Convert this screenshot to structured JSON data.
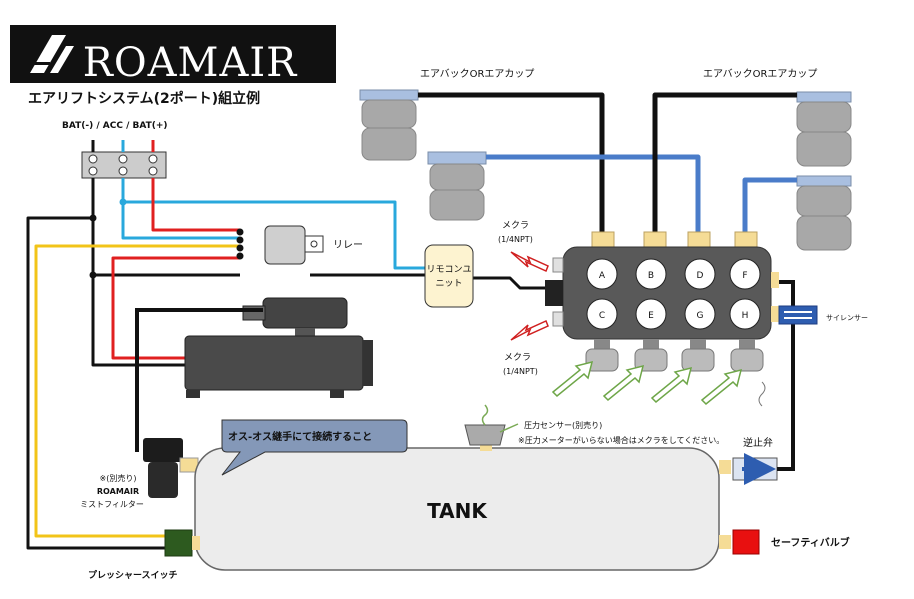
{
  "brand": {
    "logo": "ROAMAIR",
    "title": "エアリフトシステム(2ポート)組立例"
  },
  "power": {
    "terminals": "BAT(-)  /  ACC  /  BAT(+)"
  },
  "labels": {
    "relay": "リレー",
    "remote_line1": "リモコンユ",
    "remote_line2": "ニット",
    "bag_left": "エアバックORエアカップ",
    "bag_right": "エアバックORエアカップ",
    "plug_top": "メクラ",
    "plug_top_size": "(1/4NPT)",
    "plug_bottom": "メクラ",
    "plug_bottom_size": "(1/4NPT)",
    "silencer": "サイレンサー",
    "pressure_sensor": "圧力センサー(別売り)",
    "pressure_note": "※圧力メーターがいらない場合はメクラをしてください。",
    "check_valve": "逆止弁",
    "callout": "オス-オス継手にて接続すること",
    "tank": "TANK",
    "filter_line1": "※(別売り)",
    "filter_line2": "ROAMAIR",
    "filter_line3": "ミストフィルター",
    "pressure_switch": "プレッシャースイッチ",
    "safety_valve": "セーフティバルブ"
  },
  "valves": [
    "A",
    "B",
    "D",
    "F",
    "C",
    "E",
    "G",
    "H"
  ],
  "colors": {
    "wire_black": "#111111",
    "wire_red": "#e02020",
    "wire_blue": "#29a8dc",
    "wire_yellow": "#f2c418",
    "hose_black": "#111111",
    "hose_blue": "#4a7cc9",
    "manifold": "#595959",
    "fitting": "#f5dc96",
    "compressor": "#4a4a4a",
    "tank_fill": "#ececec",
    "callout_fill": "#8498b8",
    "remote_fill": "#fdf3d0",
    "safety_valve": "#e81010",
    "pressure_switch": "#2d5a1f",
    "check_valve_fill": "#dce4f2",
    "bag_fill": "#a8a8a8",
    "bag_cap": "#a9bfe0"
  }
}
